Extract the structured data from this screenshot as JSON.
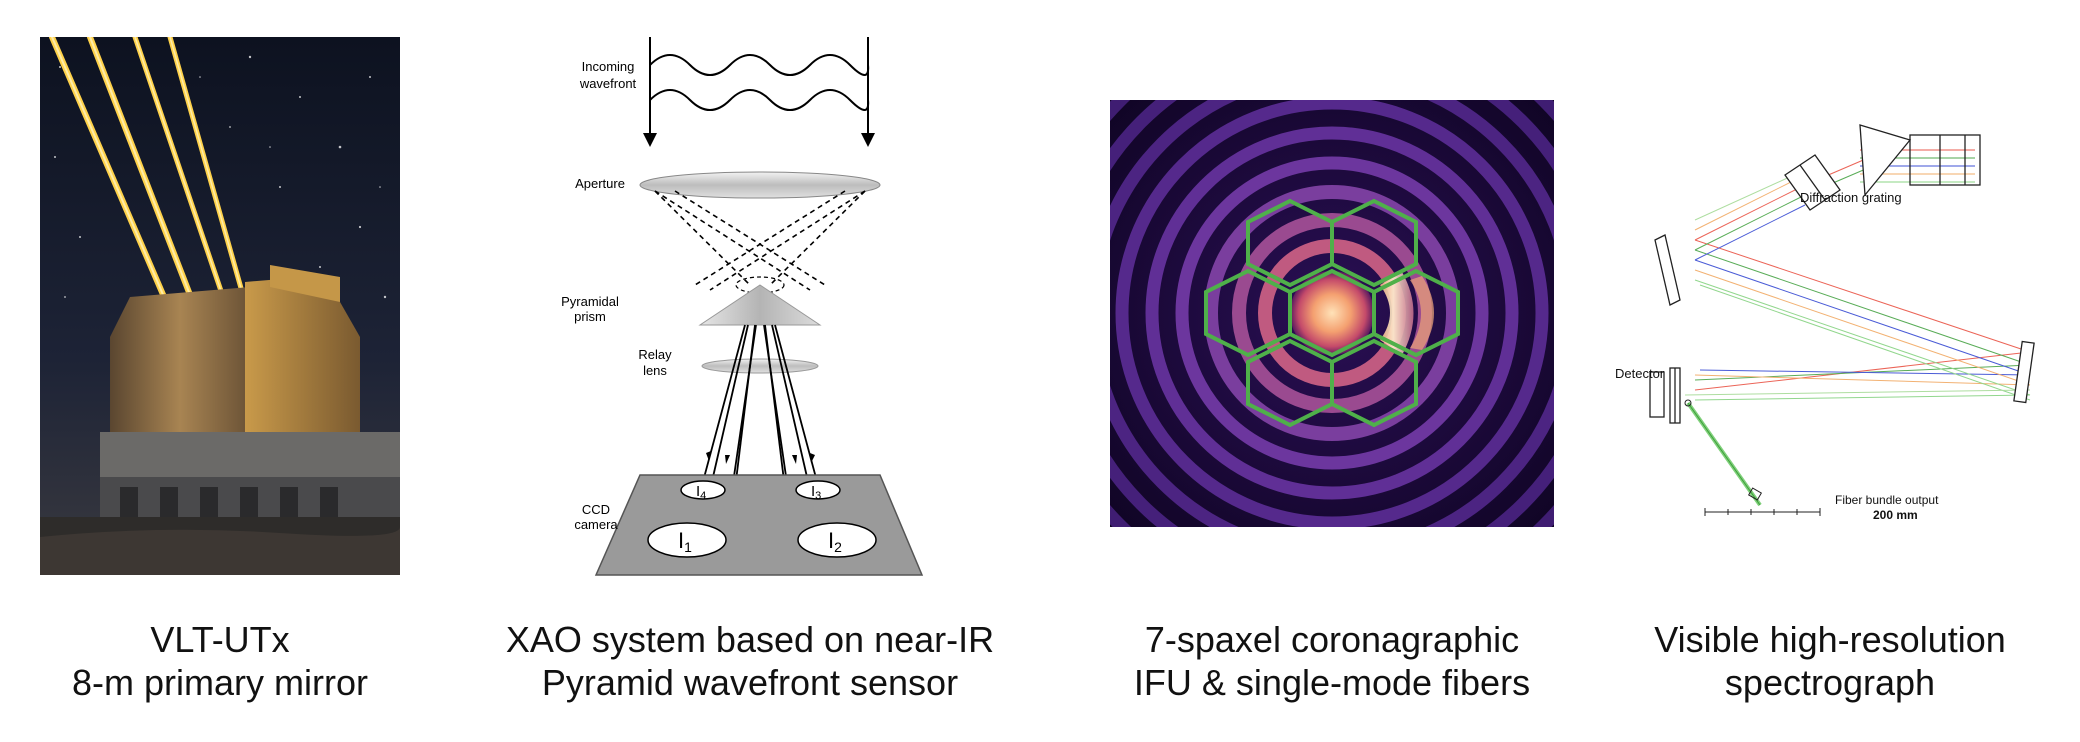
{
  "panels": [
    {
      "caption_line1": "VLT-UTx",
      "caption_line2": "8-m primary mirror"
    },
    {
      "caption_line1": "XAO system based on near-IR",
      "caption_line2": "Pyramid wavefront sensor",
      "labels": {
        "incoming1": "Incoming",
        "incoming2": "wavefront",
        "aperture": "Aperture",
        "prism1": "Pyramidal",
        "prism2": "prism",
        "relay1": "Relay",
        "relay2": "lens",
        "ccd1": "CCD",
        "ccd2": "camera",
        "i1": "I",
        "i1_sub": "1",
        "i2": "I",
        "i2_sub": "2",
        "i3": "I",
        "i3_sub": "3",
        "i4": "I",
        "i4_sub": "4"
      }
    },
    {
      "caption_line1": "7-spaxel coronagraphic",
      "caption_line2": "IFU & single-mode fibers"
    },
    {
      "caption_line1": "Visible high-resolution",
      "caption_line2": "spectrograph",
      "labels": {
        "grating": "Diffraction grating",
        "detector": "Detector",
        "fiber": "Fiber bundle output",
        "scale": "200 mm"
      }
    }
  ],
  "colors": {
    "laser": "#ffd24a",
    "sky": "#1b2030",
    "hex_outline": "#4fb04a",
    "psf_dark": "#14062a"
  }
}
